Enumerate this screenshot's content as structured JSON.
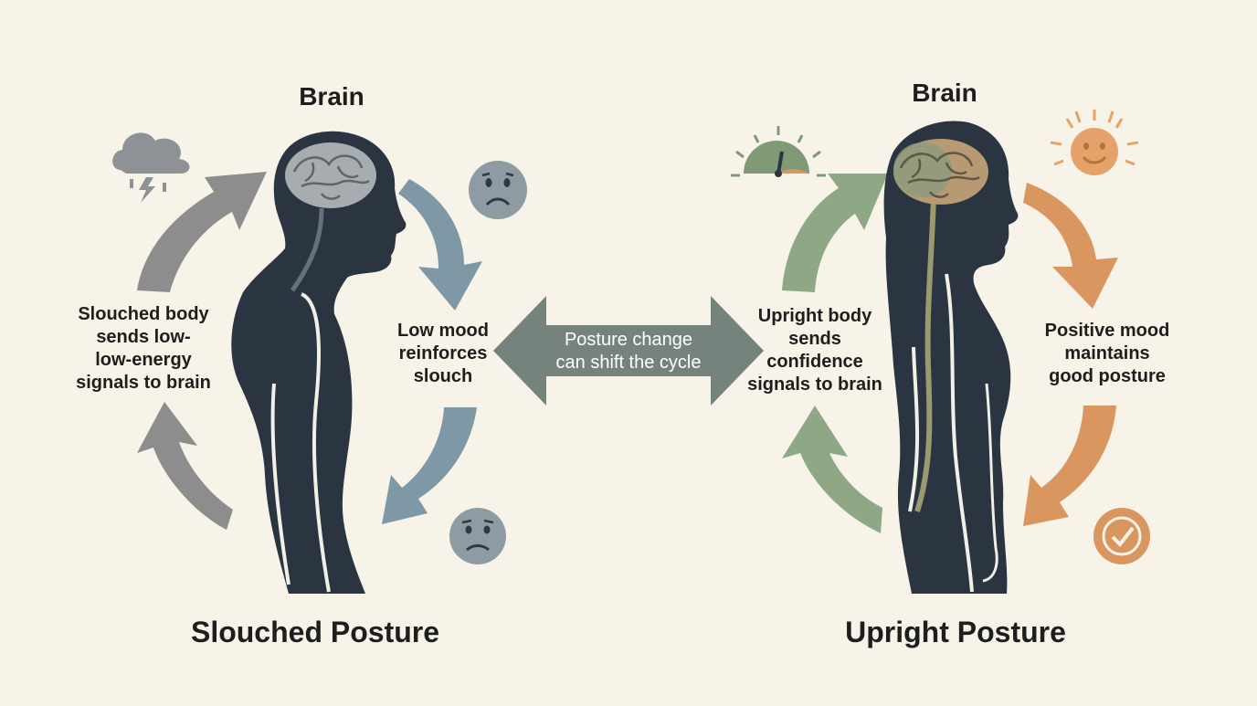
{
  "left": {
    "brain_label": "Brain",
    "title": "Slouched Posture",
    "cycle_up_text": [
      "Slouched body",
      "sends low-",
      "low-energy",
      "signals to brain"
    ],
    "cycle_down_text": [
      "Low mood",
      "reinforces",
      "slouch"
    ],
    "icons": [
      "storm-cloud-icon",
      "sad-face-icon",
      "worried-face-icon"
    ],
    "colors": {
      "up_arrow": "#8d8d8d",
      "down_arrow": "#7f98a6",
      "silhouette": "#2a3541"
    }
  },
  "right": {
    "brain_label": "Brain",
    "title": "Upright Posture",
    "cycle_up_text": [
      "Upright body",
      "sends",
      "confidence",
      "signals to brain"
    ],
    "cycle_down_text": [
      "Positive mood",
      "maintains",
      "good posture"
    ],
    "icons": [
      "gauge-icon",
      "sun-smile-icon",
      "checkmark-icon"
    ],
    "colors": {
      "up_arrow": "#8ea886",
      "down_arrow": "#d9965f",
      "silhouette": "#2a3541"
    }
  },
  "center": {
    "text": [
      "Posture change",
      "can shift the cycle"
    ],
    "color": "#76837c"
  },
  "background": "#f7f3e8"
}
